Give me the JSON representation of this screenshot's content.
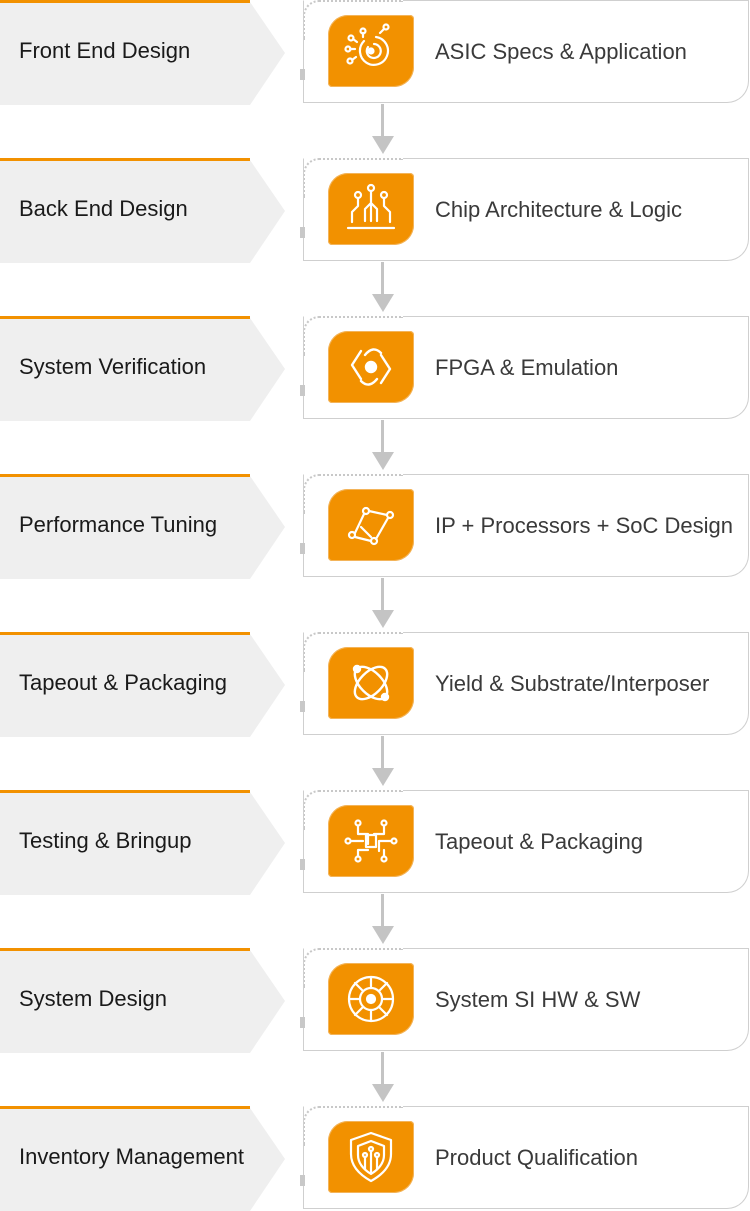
{
  "steps": [
    {
      "stage": "Front End Design",
      "detail": "ASIC Specs & Application",
      "icon": "circuit-sun-icon"
    },
    {
      "stage": "Back End Design",
      "detail": "Chip Architecture & Logic",
      "icon": "circuit-tree-icon"
    },
    {
      "stage": "System Verification",
      "detail": "FPGA & Emulation",
      "icon": "cycle-arrows-icon"
    },
    {
      "stage": "Performance Tuning",
      "detail": "IP + Processors + SoC Design",
      "icon": "trace-path-icon"
    },
    {
      "stage": "Tapeout & Packaging",
      "detail": "Yield & Substrate/Interposer",
      "icon": "orbit-icon"
    },
    {
      "stage": "Testing & Bringup",
      "detail": "Tapeout & Packaging",
      "icon": "circuit-board-icon"
    },
    {
      "stage": "System Design",
      "detail": "System SI HW & SW",
      "icon": "chip-wheel-icon"
    },
    {
      "stage": "Inventory Management",
      "detail": "Product Qualification",
      "icon": "shield-icon"
    }
  ],
  "colors": {
    "accent": "#f29100",
    "tab_bg": "#efefef",
    "border": "#cfcfcf"
  }
}
